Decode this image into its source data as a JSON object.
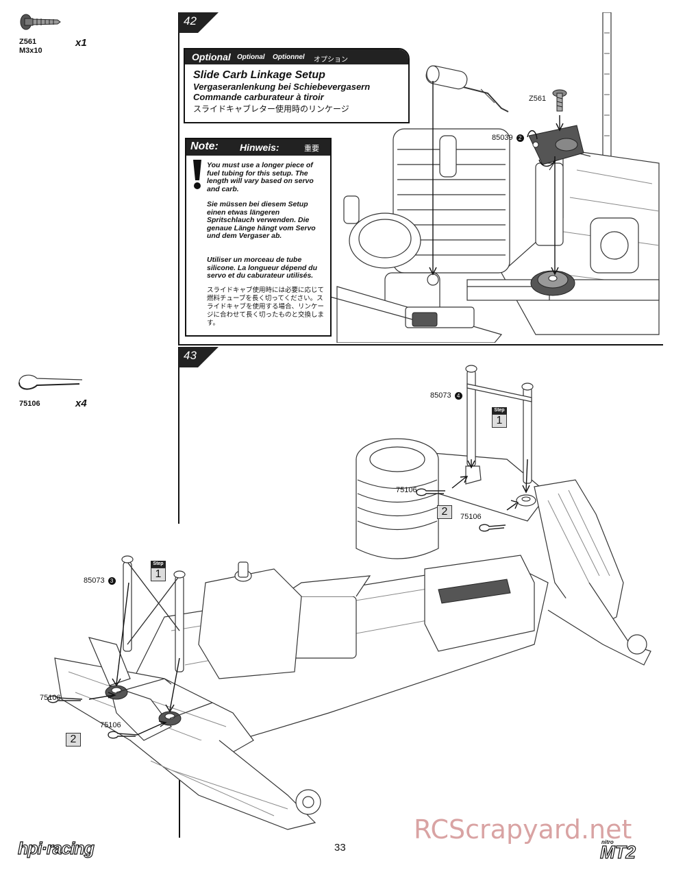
{
  "left_column": {
    "screw": {
      "code": "Z561",
      "size": "M3x10",
      "qty": "x1",
      "icon": "screw-icon"
    },
    "clip": {
      "code": "75106",
      "qty": "x4",
      "icon": "body-clip-icon"
    }
  },
  "step42": {
    "number": "42",
    "optional_header": {
      "en": "Optional",
      "de": "Optional",
      "fr": "Optionnel",
      "jp": "オプション"
    },
    "title": {
      "en": "Slide Carb Linkage Setup",
      "de": "Vergaseranlenkung bei Schiebevergasern",
      "fr": "Commande carburateur à tiroir",
      "jp": "スライドキャブレター使用時のリンケージ"
    },
    "note_header": {
      "en": "Note:",
      "de": "Hinweis:",
      "jp": "重要"
    },
    "note_en": "You must use a longer piece of fuel tubing for this setup. The length will vary based on servo and carb.",
    "note_de": "Sie müssen bei diesem Setup einen etwas längeren Spritschlauch verwenden. Die genaue Länge hängt vom Servo und dem Vergaser ab.",
    "note_fr": "Utiliser un morceau de tube silicone. La longueur dépend du servo et du caburateur utilisés.",
    "note_jp": "スライドキャブ使用時には必要に応じて燃料チューブを長く切ってください。スライドキャブを使用する場合、リンケージに合わせて長く切ったものと交換します。",
    "callouts": {
      "screw": "Z561",
      "part": "85039",
      "part_num": "2"
    }
  },
  "step43": {
    "number": "43",
    "callouts": {
      "rear_post": "85073",
      "rear_post_num": "4",
      "front_post": "85073",
      "front_post_num": "3",
      "clip_a": "75106",
      "clip_b": "75106",
      "clip_c": "75106",
      "clip_d": "75106"
    },
    "step_tag": "Step",
    "step1": "1",
    "step2": "2"
  },
  "footer": {
    "brand": "hpi·racing",
    "page": "33",
    "watermark": "RCScrapyard.net",
    "product_small": "nitro",
    "product": "MT2"
  }
}
